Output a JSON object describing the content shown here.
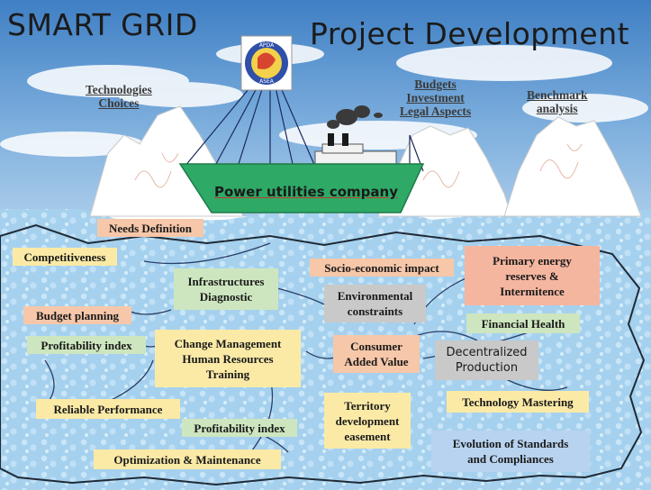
{
  "title": {
    "left": "SMART GRID",
    "right": "Project  Development"
  },
  "logo": {
    "top_text": "APDA",
    "bottom_text": "ASEA"
  },
  "ship": {
    "label": "Power utilities company"
  },
  "sky_labels": {
    "technologies": "Technologies\nChoices",
    "budgets": "Budgets\nInvestment\nLegal Aspects",
    "benchmark": "Benchmark\nanalysis"
  },
  "underwater": {
    "needs_definition": "Needs Definition",
    "competitiveness": "Competitiveness",
    "infrastructures": "Infrastructures\nDiagnostic",
    "socio_economic": "Socio-economic impact",
    "primary_energy": "Primary energy\nreserves &\nIntermitence",
    "environmental": "Environmental\nconstraints",
    "budget_planning": "Budget planning",
    "financial_health": "Financial Health",
    "profitability_1": "Profitability index",
    "change_management": "Change Management\nHuman Resources\nTraining",
    "consumer": "Consumer\nAdded Value",
    "decentralized": "Decentralized\nProduction",
    "reliable": "Reliable Performance",
    "territory": "Territory\ndevelopment\neasement",
    "technology_mastering": "Technology Mastering",
    "profitability_2": "Profitability index",
    "evolution": "Evolution of Standards\nand Compliances",
    "optimization": "Optimization & Maintenance"
  },
  "colors": {
    "sky_top": "#3f7fc4",
    "sky_bottom": "#9cc3e6",
    "water": "#a9d3ee",
    "ship_hull": "#2eaa66",
    "iceberg": "#ffffff"
  }
}
